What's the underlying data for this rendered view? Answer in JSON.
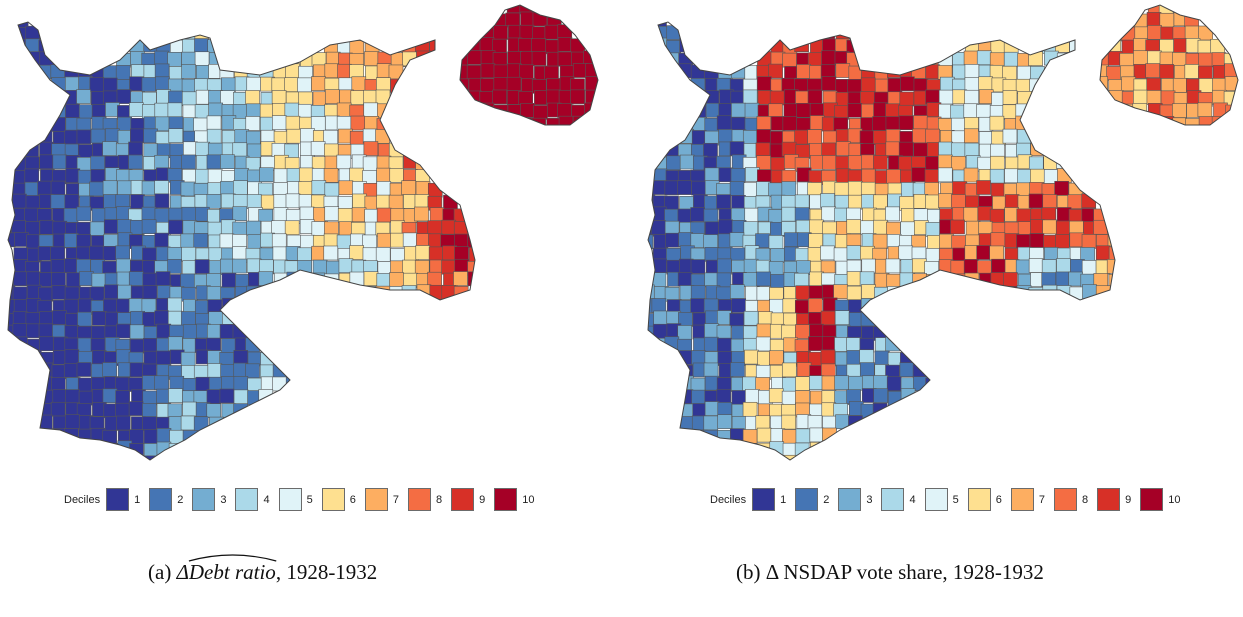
{
  "legend_title": "Deciles",
  "decile_labels": [
    "1",
    "2",
    "3",
    "4",
    "5",
    "6",
    "7",
    "8",
    "9",
    "10"
  ],
  "decile_colors": [
    "#313695",
    "#4575b4",
    "#74add1",
    "#abd9e9",
    "#e0f3f8",
    "#fee090",
    "#fdae61",
    "#f46d43",
    "#d73027",
    "#a50026"
  ],
  "border_color": "#555555",
  "panels": [
    {
      "caption_prefix": "(a)",
      "caption_var": "ΔDebt ratio",
      "caption_suffix": ", 1928-1932"
    },
    {
      "caption_prefix": "(b)",
      "caption_var": "Δ NSDAP vote share",
      "caption_suffix": ", 1928-1932"
    }
  ]
}
